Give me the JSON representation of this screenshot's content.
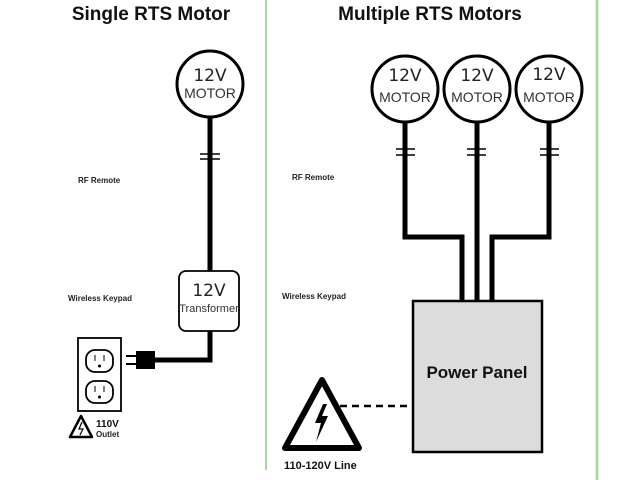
{
  "colors": {
    "divider": "#a8d5a2",
    "panel_fill": "#dcdcdc",
    "line": "#000000"
  },
  "left_section": {
    "title": "Single RTS Motor",
    "motor": {
      "voltage": "12V",
      "label": "MOTOR"
    },
    "rf_remote_label": "RF Remote",
    "wireless_keypad_label": "Wireless Keypad",
    "transformer": {
      "voltage": "12V",
      "label": "Transformer"
    },
    "outlet": {
      "voltage": "110V",
      "label": "Outlet",
      "icon": "high-voltage-warning-icon"
    }
  },
  "right_section": {
    "title": "Multiple RTS Motors",
    "motors": [
      {
        "voltage": "12V",
        "label": "MOTOR"
      },
      {
        "voltage": "12V",
        "label": "MOTOR"
      },
      {
        "voltage": "12V",
        "label": "MOTOR"
      }
    ],
    "rf_remote_label": "RF Remote",
    "wireless_keypad_label": "Wireless Keypad",
    "power_panel_label": "Power Panel",
    "line_label": "110-120V Line",
    "line_icon": "high-voltage-warning-icon"
  }
}
